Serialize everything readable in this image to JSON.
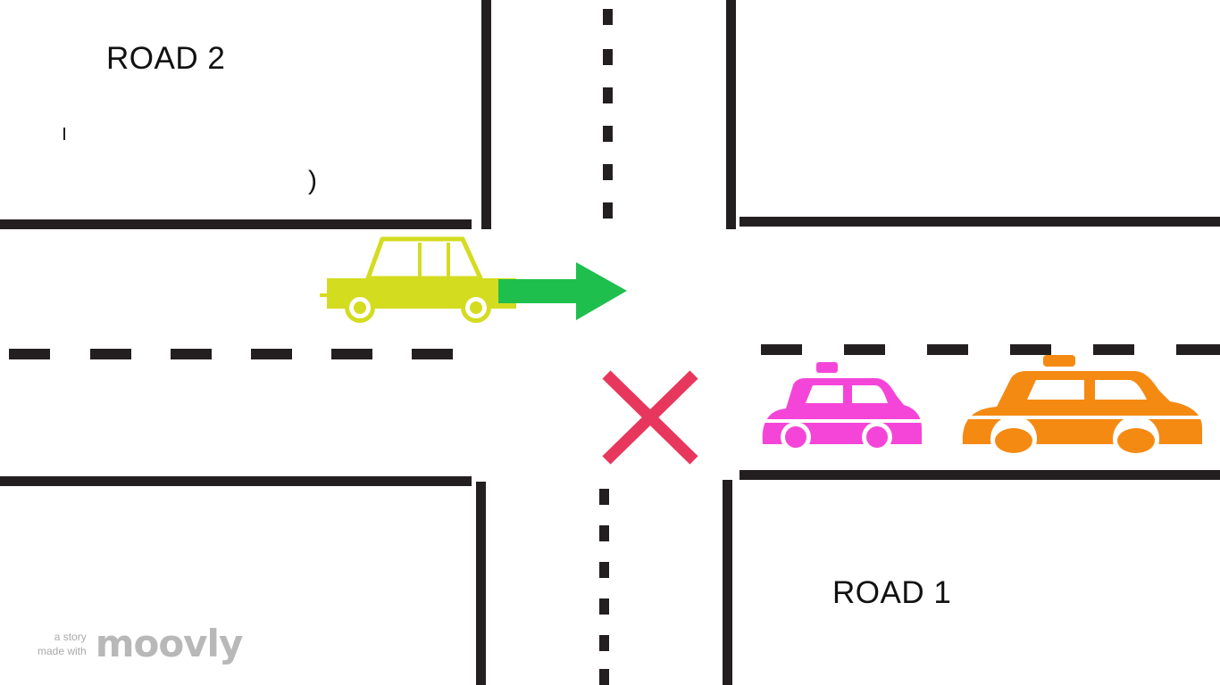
{
  "scene": {
    "road_labels": {
      "road_2": "ROAD 2",
      "road_1": "ROAD 1"
    },
    "partial_text": ")"
  },
  "watermark": {
    "line1": "a story",
    "line2": "made with",
    "brand": "moovly"
  },
  "colors": {
    "road_line": "#231f20",
    "yellow_car": "#d4dc20",
    "arrow": "#1fbf4e",
    "x_mark": "#e8375d",
    "pink_taxi": "#f545d8",
    "orange_taxi": "#f58a13",
    "watermark": "#b8b8b8"
  },
  "icons": {
    "moving_car": "yellow-car-icon",
    "direction": "right-arrow-icon",
    "prohibited": "x-mark-icon",
    "taxi_1": "pink-taxi-icon",
    "taxi_2": "orange-taxi-icon"
  }
}
